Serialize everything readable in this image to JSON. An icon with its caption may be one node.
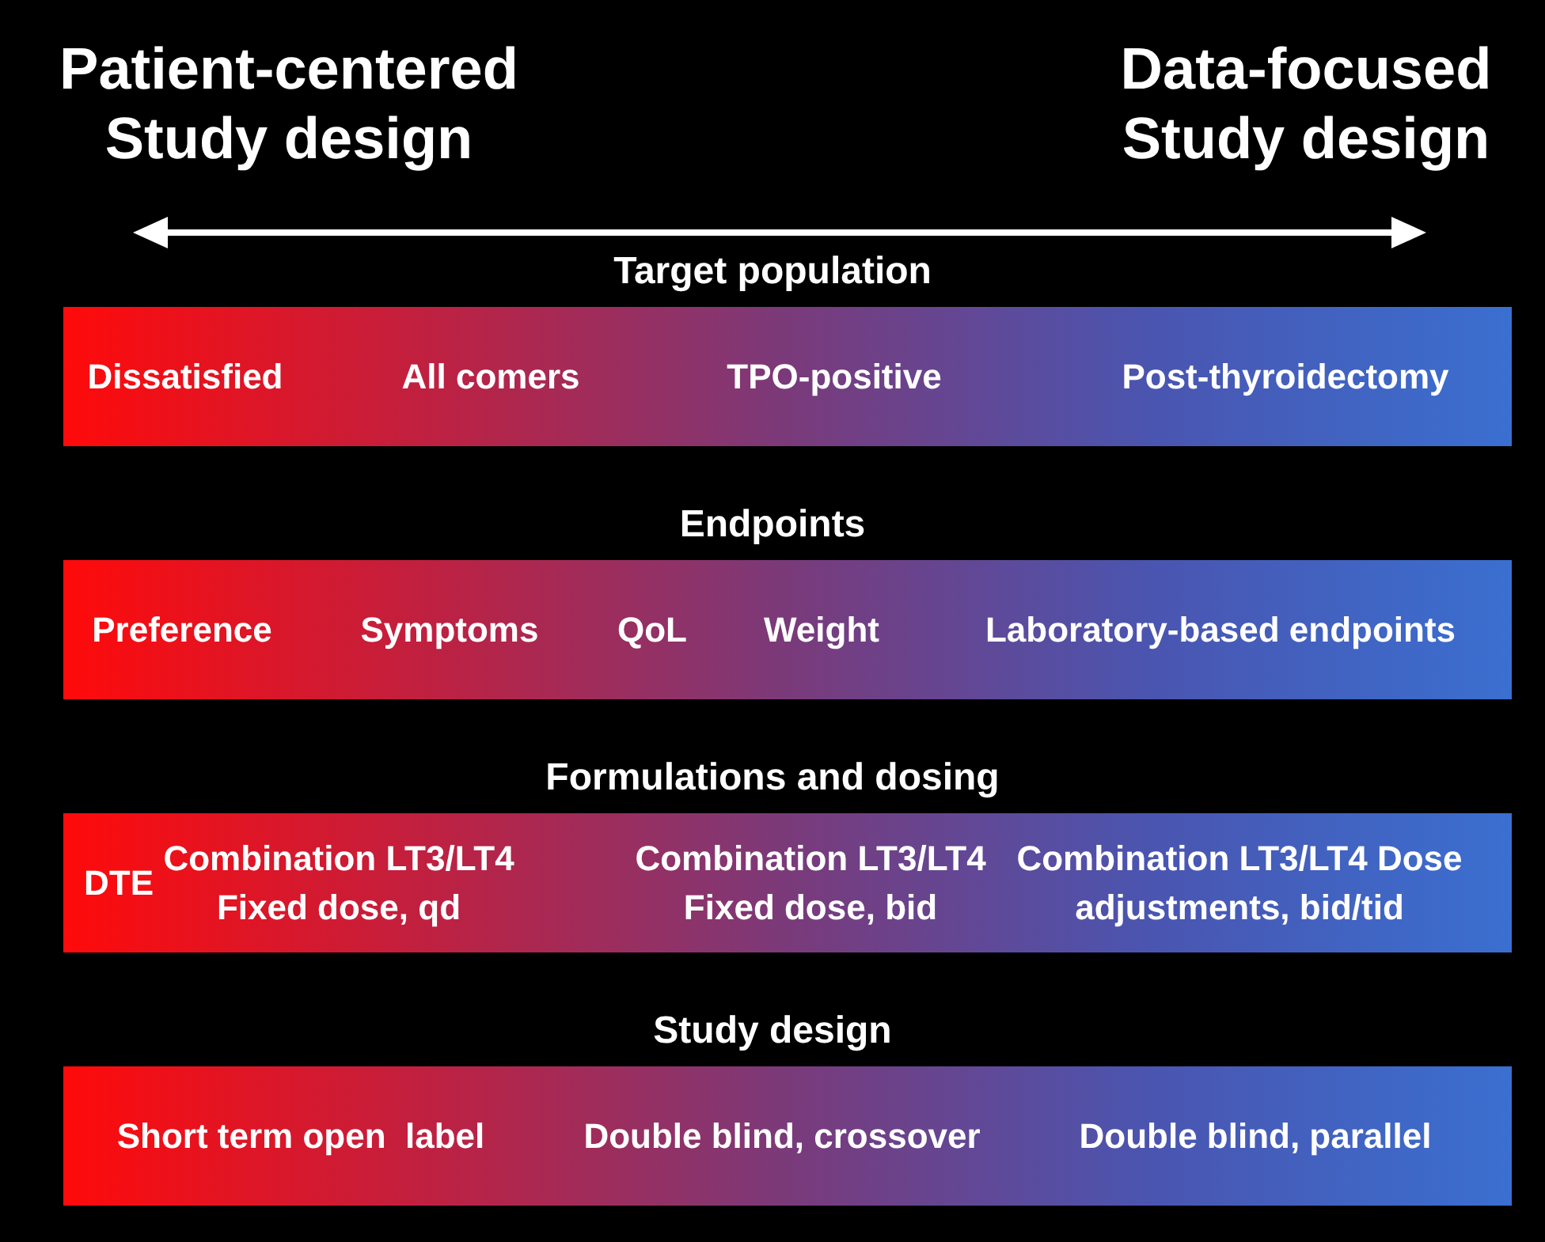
{
  "diagram": {
    "nodes": [
      {
        "text": [
          "Target population",
          "Dissatisfied",
          "All comers",
          "TPO-positive",
          "Post-thyroidectomy"
        ]
      },
      {
        "text": [
          "Endpoints",
          "Preference",
          "Symptoms",
          "QoL",
          "Weight",
          "Laboratory-based endpoints"
        ]
      },
      {
        "text": [
          "Formulations and dosing",
          "DTE",
          "Combination LT3/LT4 Fixed dose,  qd",
          "Combination LT3/LT4 Fixed dose, bid",
          "Combination LT3/LT4 Dose adjustments, bid/tid"
        ]
      },
      {
        "text": [
          "Study design",
          "Short term open  label",
          "Double blind, crossover",
          "Double blind, parallel"
        ]
      }
    ],
    "edges": [],
    "labels": [
      "Patient-centered Study design",
      "Data-focused Study design"
    ]
  }
}
